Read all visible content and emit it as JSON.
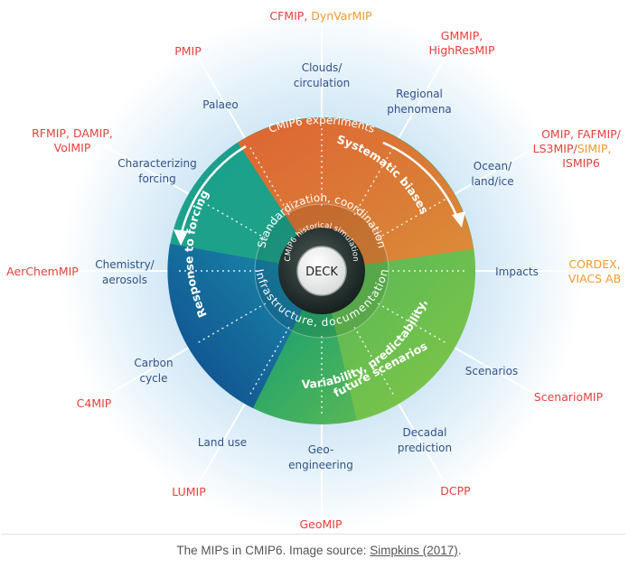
{
  "diagram": {
    "center_label": "DECK",
    "center_ring_label": "CMIP6 historical simulation",
    "inner_ring": {
      "top": "Standardization, coordination",
      "bottom": "Infrastructure, documentation"
    },
    "experiments_label": "CMIP6 experiments",
    "themes": {
      "systematic_biases": "Systematic biases",
      "response_to_forcing": "Response to forcing",
      "variability_line1": "Variability, predictability,",
      "variability_line2": "future scenarios"
    },
    "sectors": [
      {
        "line1": "Clouds/",
        "line2": "circulation"
      },
      {
        "line1": "Regional",
        "line2": "phenomena"
      },
      {
        "line1": "Ocean/",
        "line2": "land/ice"
      },
      {
        "line1": "Impacts",
        "line2": ""
      },
      {
        "line1": "Scenarios",
        "line2": ""
      },
      {
        "line1": "Decadal",
        "line2": "prediction"
      },
      {
        "line1": "Geo-",
        "line2": "engineering"
      },
      {
        "line1": "Land use",
        "line2": ""
      },
      {
        "line1": "Carbon",
        "line2": "cycle"
      },
      {
        "line1": "Chemistry/",
        "line2": "aerosols"
      },
      {
        "line1": "Characterizing",
        "line2": "forcing"
      },
      {
        "line1": "Palaeo",
        "line2": ""
      }
    ],
    "mips": {
      "cfmip": "CFMIP",
      "cfmip_sep": ", ",
      "dynvarmip": "DynVarMIP",
      "gmmip_line1": "GMMIP,",
      "gmmip_line2": "HighResMIP",
      "omip_line1": "OMIP, FAFMIP/",
      "omip_line2a": "LS3MIP/",
      "omip_line2b": "SIMIP,",
      "omip_line3": "ISMIP6",
      "cordex_line1": "CORDEX,",
      "cordex_line2": "VIACS AB",
      "scenariomip": "ScenarioMIP",
      "dcpp": "DCPP",
      "geomip": "GeoMIP",
      "lumip": "LUMIP",
      "c4mip": "C4MIP",
      "aerchemmip": "AerChemMIP",
      "rfmip_line1": "RFMIP, DAMIP,",
      "rfmip_line2": "VolMIP",
      "pmip": "PMIP"
    },
    "colors": {
      "red": "#e8413c",
      "orange": "#f29a2e",
      "blue_text": "#34528a"
    }
  },
  "caption": {
    "text": "The MIPs in CMIP6. Image source: ",
    "link": "Simpkins (2017)",
    "end": "."
  }
}
